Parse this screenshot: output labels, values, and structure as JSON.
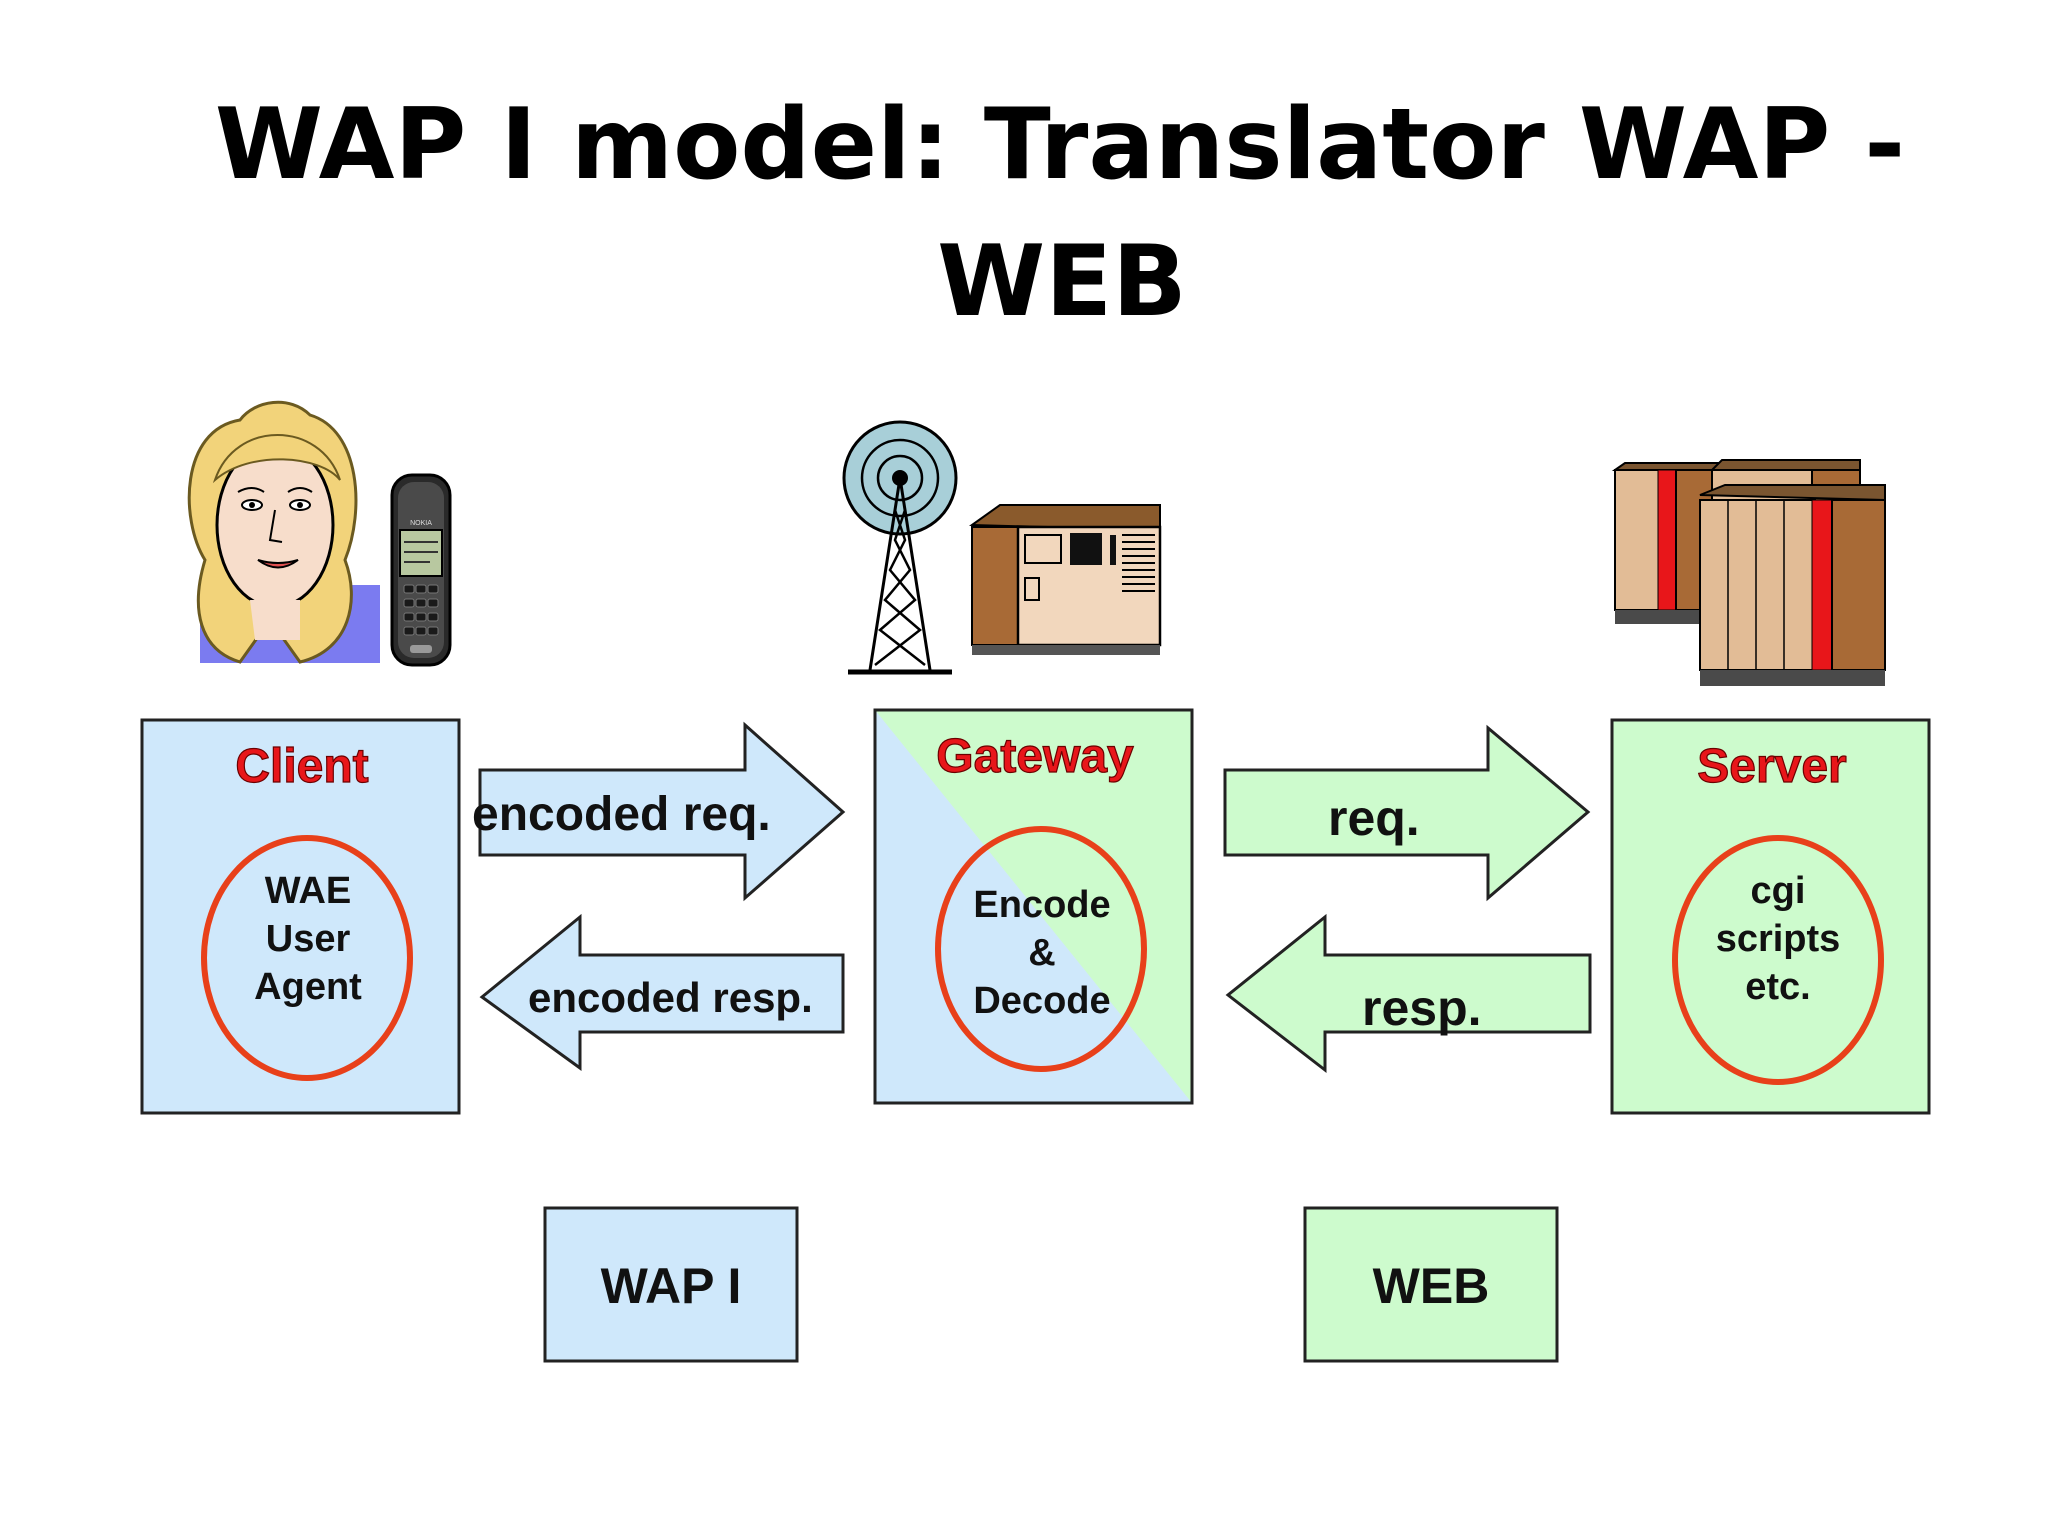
{
  "title": {
    "line1": "WAP I model:  Translator WAP -",
    "line2": "WEB"
  },
  "client": {
    "title": "Client",
    "inner": [
      "WAE",
      "User",
      "Agent"
    ]
  },
  "gateway": {
    "title": "Gateway",
    "inner": [
      "Encode",
      "&",
      "Decode"
    ]
  },
  "server": {
    "title": "Server",
    "inner": [
      "cgi",
      "scripts",
      "etc."
    ]
  },
  "arrows": {
    "encoded_req": "encoded req.",
    "encoded_resp": "encoded resp.",
    "req": "req.",
    "resp": "resp."
  },
  "legend": {
    "wap": "WAP I",
    "web": "WEB"
  },
  "phone": {
    "brand": "NOKIA"
  },
  "colors": {
    "wap_fill": "#cfe8fb",
    "web_fill": "#cdfbcd",
    "title_red": "#e8161a",
    "ellipse_red": "#e8401a"
  }
}
